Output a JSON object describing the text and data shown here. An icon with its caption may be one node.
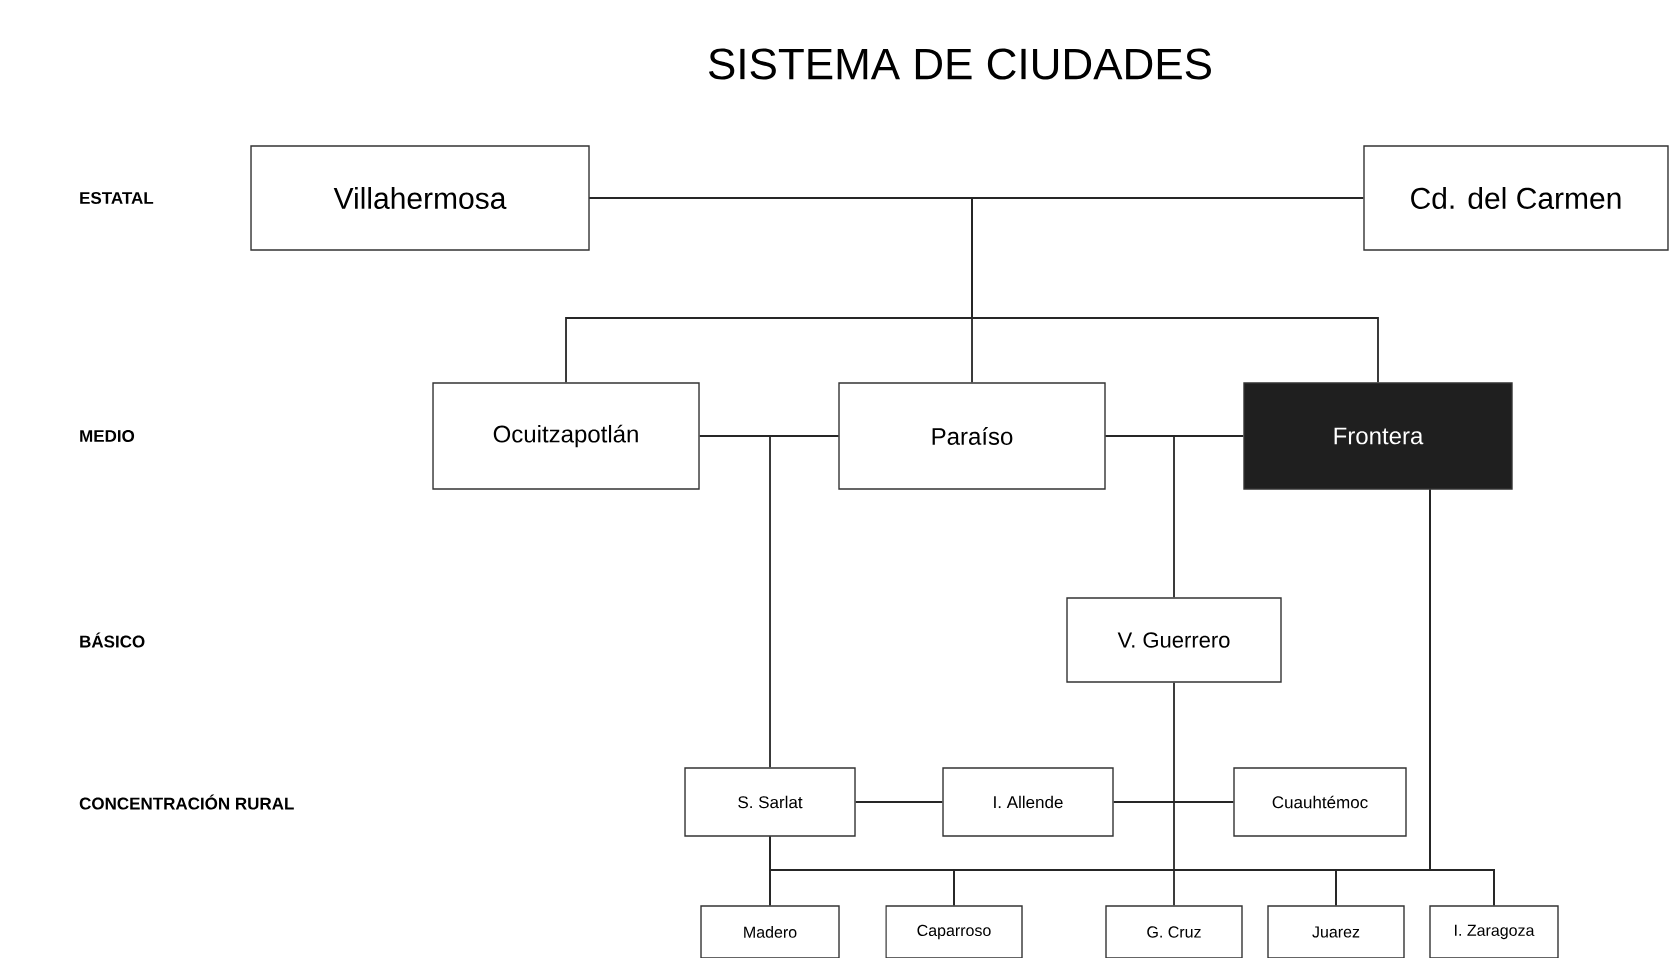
{
  "diagram": {
    "title": "SISTEMA DE CIUDADES",
    "nodes": [
      {
        "text": [
          "Villahermosa"
        ]
      },
      {
        "text": [
          "Cd. del Carmen"
        ]
      },
      {
        "text": [
          "Ocuitzapotlán"
        ]
      },
      {
        "text": [
          "Paraíso"
        ]
      },
      {
        "text": [
          "Frontera"
        ]
      },
      {
        "text": [
          "V. Guerrero"
        ]
      },
      {
        "text": [
          "S. Sarlat"
        ]
      },
      {
        "text": [
          "I. Allende"
        ]
      },
      {
        "text": [
          "Cuauhtémoc"
        ]
      },
      {
        "text": [
          "Madero"
        ]
      },
      {
        "text": [
          "Caparroso"
        ]
      },
      {
        "text": [
          "G. Cruz"
        ]
      },
      {
        "text": [
          "Juarez"
        ]
      },
      {
        "text": [
          "I. Zaragoza"
        ]
      }
    ],
    "edges": [
      {
        "from": 0,
        "to": 1,
        "arrow": "none"
      },
      {
        "from": 0,
        "to": 2,
        "arrow": "none"
      },
      {
        "from": 0,
        "to": 3,
        "arrow": "none"
      },
      {
        "from": 0,
        "to": 4,
        "arrow": "none"
      },
      {
        "from": 2,
        "to": 3,
        "arrow": "none"
      },
      {
        "from": 3,
        "to": 4,
        "arrow": "none"
      },
      {
        "from": 3,
        "to": 6,
        "arrow": "none"
      },
      {
        "from": 3,
        "to": 5,
        "arrow": "none"
      },
      {
        "from": 5,
        "to": 11,
        "arrow": "none"
      },
      {
        "from": 6,
        "to": 7,
        "arrow": "none"
      },
      {
        "from": 7,
        "to": 8,
        "arrow": "none"
      },
      {
        "from": 6,
        "to": 9,
        "arrow": "none"
      },
      {
        "from": 6,
        "to": 10,
        "arrow": "none"
      },
      {
        "from": 6,
        "to": 12,
        "arrow": "none"
      },
      {
        "from": 6,
        "to": 13,
        "arrow": "none"
      },
      {
        "from": 4,
        "to": 9,
        "arrow": "none"
      },
      {
        "from": 4,
        "to": 10,
        "arrow": "none"
      },
      {
        "from": 4,
        "to": 12,
        "arrow": "none"
      },
      {
        "from": 4,
        "to": 13,
        "arrow": "none"
      }
    ],
    "labels": [
      "ESTATAL",
      "MEDIO",
      "BÁSICO",
      "CONCENTRACIÓN RURAL"
    ]
  }
}
